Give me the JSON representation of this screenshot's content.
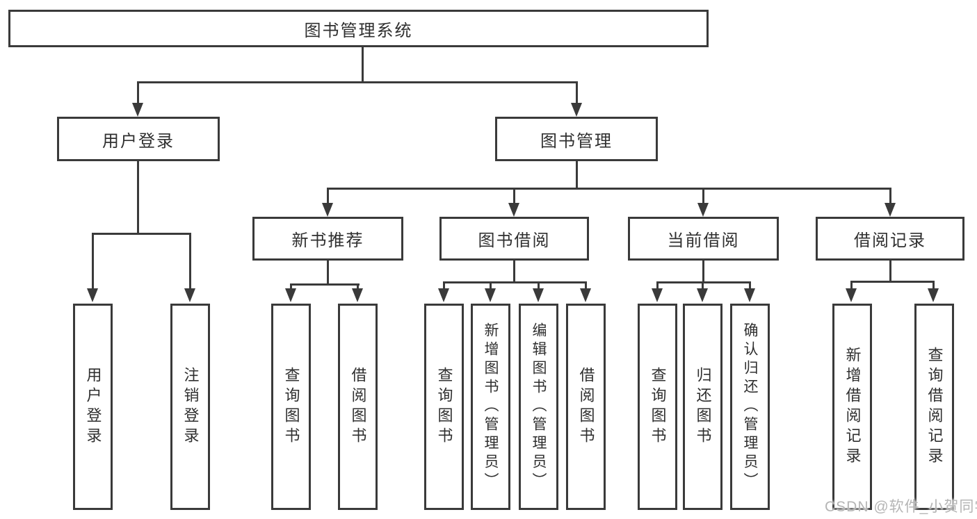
{
  "diagram": {
    "title": "图书管理系统",
    "tree": {
      "root": {
        "label": "图书管理系统"
      },
      "branches": [
        {
          "label": "用户登录",
          "children": [
            {
              "label": "用户登录"
            },
            {
              "label": "注销登录"
            }
          ]
        },
        {
          "label": "图书管理",
          "children": [
            {
              "label": "新书推荐",
              "children": [
                {
                  "label": "查询图书"
                },
                {
                  "label": "借阅图书"
                }
              ]
            },
            {
              "label": "图书借阅",
              "children": [
                {
                  "label": "查询图书"
                },
                {
                  "label": "新增图书（管理员）"
                },
                {
                  "label": "编辑图书（管理员）"
                },
                {
                  "label": "借阅图书"
                }
              ]
            },
            {
              "label": "当前借阅",
              "children": [
                {
                  "label": "查询图书"
                },
                {
                  "label": "归还图书"
                },
                {
                  "label": "确认归还（管理员）"
                }
              ]
            },
            {
              "label": "借阅记录",
              "children": [
                {
                  "label": "新增借阅记录"
                },
                {
                  "label": "查询借阅记录"
                }
              ]
            }
          ]
        }
      ]
    }
  },
  "watermark": {
    "text": "CSDN @软件_小贺同学"
  },
  "colors": {
    "line": "#3a3a3a",
    "text": "#2f2f2f",
    "watermark": "#b5b5b5",
    "background": "#ffffff"
  }
}
